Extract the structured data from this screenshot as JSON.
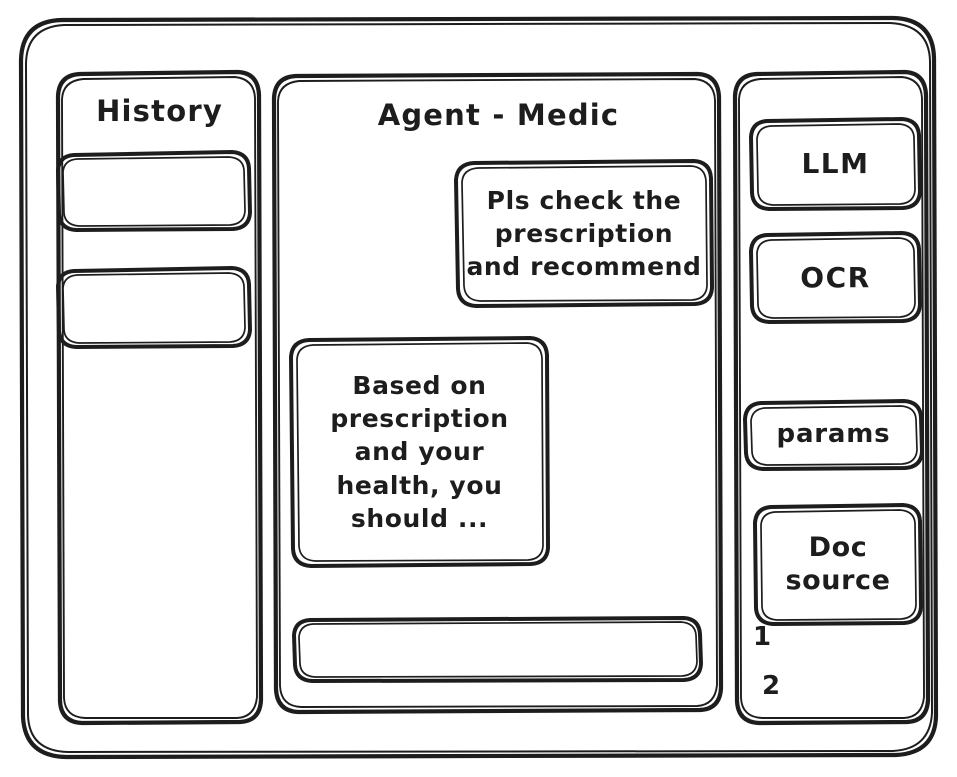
{
  "window": {
    "frame_name": "app-window",
    "stroke_color": "#1d1d1d",
    "background": "#ffffff"
  },
  "sidebar_left": {
    "title": "History",
    "items": [
      {
        "label": "",
        "name": "history-item-1"
      },
      {
        "label": "",
        "name": "history-item-2"
      }
    ]
  },
  "main": {
    "title": "Agent - Medic",
    "messages": [
      {
        "role": "user",
        "text": "Pls check the\nprescription\nand recommend"
      },
      {
        "role": "assistant",
        "text": "Based on\nprescription\nand your\nhealth, you\nshould ..."
      }
    ],
    "composer": {
      "value": "",
      "placeholder": ""
    }
  },
  "sidebar_right": {
    "buttons": [
      {
        "label": "LLM",
        "name": "llm-button"
      },
      {
        "label": "OCR",
        "name": "ocr-button"
      },
      {
        "label": "params",
        "name": "params-button"
      }
    ],
    "doc_source": {
      "label": "Doc\nsource",
      "entries": [
        {
          "label": "1"
        },
        {
          "label": "2"
        }
      ]
    }
  }
}
